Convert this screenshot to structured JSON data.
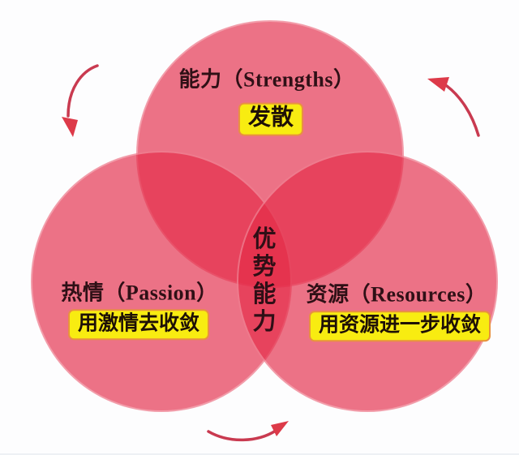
{
  "diagram": {
    "type": "venn-3",
    "rotation": "counterclockwise",
    "circles": [
      {
        "id": "strengths",
        "label": "能力（Strengths）",
        "tag": "发散"
      },
      {
        "id": "passion",
        "label": "热情（Passion）",
        "tag": "用激情去收敛"
      },
      {
        "id": "resources",
        "label": "资源（Resources）",
        "tag": "用资源进一步收敛"
      }
    ],
    "center": {
      "label": "优势能力",
      "chars": [
        "优",
        "势",
        "能",
        "力"
      ]
    },
    "colors": {
      "circle_fill": "#ED7286",
      "overlap_fill": "#E74D66",
      "center_fill": "#E03350",
      "highlight_bg": "#F8EC11",
      "highlight_border": "#E8923F",
      "arrow": "#C93A50",
      "text": "#2F1016",
      "background": "#FDFDFE"
    },
    "arrows": [
      {
        "id": "top-left",
        "direction": "downward"
      },
      {
        "id": "top-right",
        "direction": "up-left"
      },
      {
        "id": "bottom",
        "direction": "up-right"
      }
    ]
  }
}
